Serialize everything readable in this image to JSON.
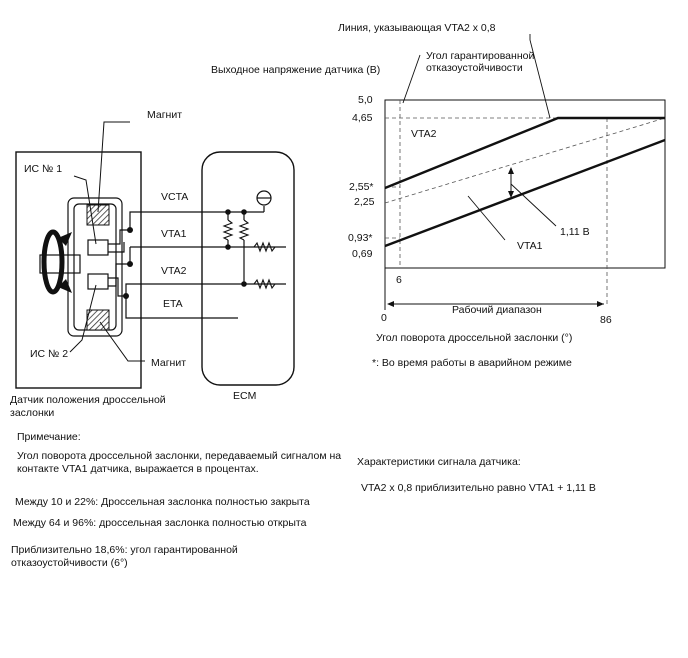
{
  "diagram": {
    "labels": {
      "magnet_top": "Магнит",
      "ic1": "ИС № 1",
      "ic2": "ИС № 2",
      "magnet_bottom": "Магнит",
      "vcta": "VCTA",
      "vta1": "VTA1",
      "vta2": "VTA2",
      "eta": "ETA",
      "ecm": "ECM",
      "sensor_name": "Датчик положения дроссельной заслонки"
    }
  },
  "graph": {
    "title_line": "Линия, указывающая VTA2 х 0,8",
    "fail_safe_angle": "Угол гарантированной отказоустойчивости",
    "y_label": "Выходное напряжение датчика (В)",
    "y_ticks": [
      "5,0",
      "4,65",
      "2,55*",
      "2,25",
      "0,93*",
      "0,69"
    ],
    "vta2_label": "VTA2",
    "vta1_label": "VTA1",
    "diff_label": "1,11 В",
    "x_tick_6": "6",
    "x_tick_0": "0",
    "x_tick_86": "86",
    "working_range": "Рабочий диапазон",
    "x_label": "Угол поворота дроссельной заслонки (°)",
    "footnote": "*: Во время работы в аварийном режиме"
  },
  "notes": {
    "heading": "Примечание:",
    "p1": "Угол поворота дроссельной заслонки, передаваемый сигналом на контакте VTA1 датчика, выражается в процентах.",
    "p2": "Между 10 и 22%: Дроссельная заслонка полностью закрыта",
    "p3": "Между 64 и 96%: дроссельная заслонка полностью открыта",
    "p4": "Приблизительно 18,6%: угол гарантированной отказоустойчивости (6°)",
    "char_title": "Характеристики сигнала датчика:",
    "char_formula": "VTA2 х 0,8 приблизительно равно VTA1 + 1,11 В"
  }
}
